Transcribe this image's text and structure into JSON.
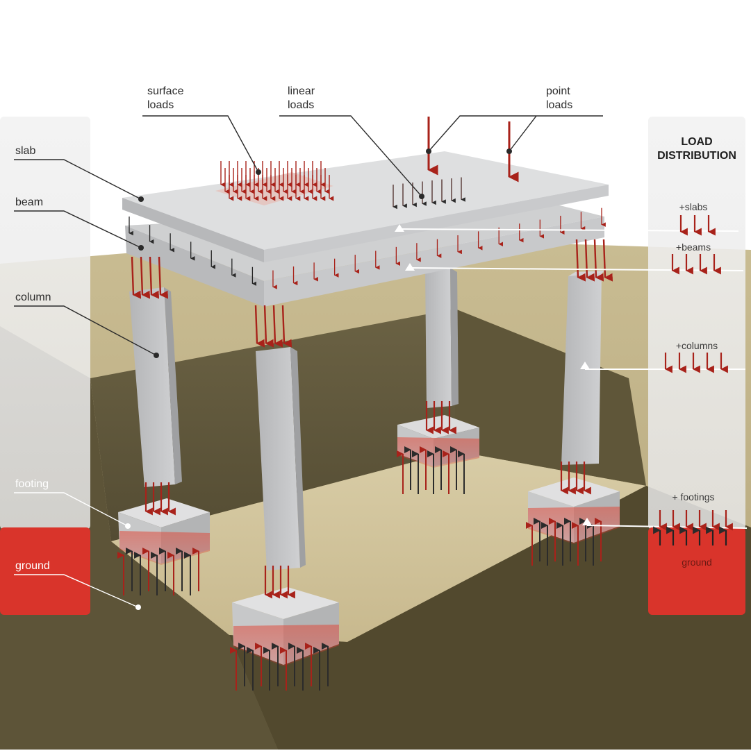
{
  "top_labels": {
    "surface": [
      "surface",
      "loads"
    ],
    "linear": [
      "linear",
      "loads"
    ],
    "point": [
      "point",
      "loads"
    ]
  },
  "left_labels": {
    "slab": "slab",
    "beam": "beam",
    "column": "column",
    "footing": "footing",
    "ground": "ground"
  },
  "right_panel": {
    "title_line1": "LOAD",
    "title_line2": "DISTRIBUTION",
    "slabs": "+slabs",
    "beams": "+beams",
    "columns": "+columns",
    "footings": "+ footings",
    "ground": "ground"
  },
  "colors": {
    "load_arrow": "#a8221a",
    "reaction_arrow": "#2b2b2b",
    "ground_band": "#d9342b",
    "concrete": "#bfc0c2",
    "soil_dark": "#5a5035",
    "soil_light": "#cfc29c"
  }
}
